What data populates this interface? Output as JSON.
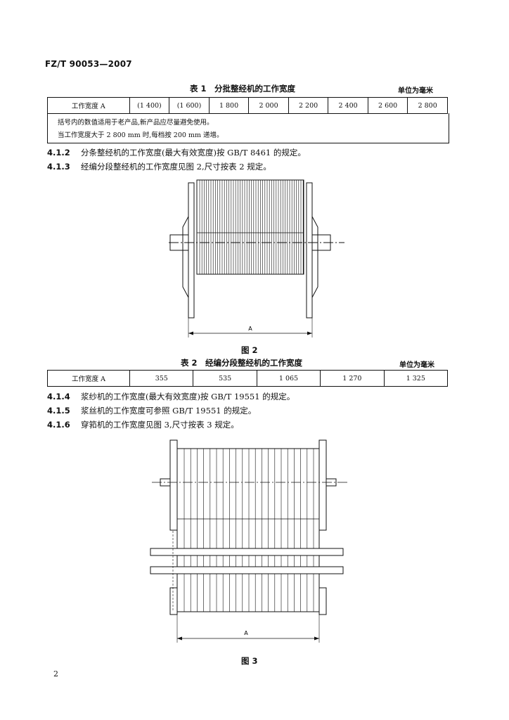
{
  "header": {
    "doc_code": "FZ/T 90053—2007"
  },
  "table1": {
    "caption": "表 1　分批整经机的工作宽度",
    "unit": "单位为毫米",
    "label": "工作宽度 A",
    "values": [
      "(1 400)",
      "(1 600)",
      "1 800",
      "2 000",
      "2 200",
      "2 400",
      "2 600",
      "2 800"
    ],
    "notes": [
      "括号内的数值适用于老产品,新产品应尽量避免使用。",
      "当工作宽度大于 2 800 mm 时,每档按 200 mm 递增。"
    ]
  },
  "paras": [
    {
      "num": "4.1.2",
      "text": "分条整经机的工作宽度(最大有效宽度)按 GB/T 8461 的规定。"
    },
    {
      "num": "4.1.3",
      "text": "经编分段整经机的工作宽度见图 2,尺寸按表 2 规定。"
    },
    {
      "num": "4.1.4",
      "text": "浆纱机的工作宽度(最大有效宽度)按 GB/T 19551 的规定。"
    },
    {
      "num": "4.1.5",
      "text": "浆丝机的工作宽度可参照 GB/T 19551 的规定。"
    },
    {
      "num": "4.1.6",
      "text": "穿筘机的工作宽度见图 3,尺寸按表 3 规定。"
    }
  ],
  "figure2": {
    "caption": "图 2",
    "dim_label": "A"
  },
  "table2": {
    "caption": "表 2　经编分段整经机的工作宽度",
    "unit": "单位为毫米",
    "label": "工作宽度 A",
    "values": [
      "355",
      "535",
      "1 065",
      "1 270",
      "1 325"
    ]
  },
  "figure3": {
    "caption": "图 3",
    "dim_label": "A"
  },
  "page_number": "2"
}
